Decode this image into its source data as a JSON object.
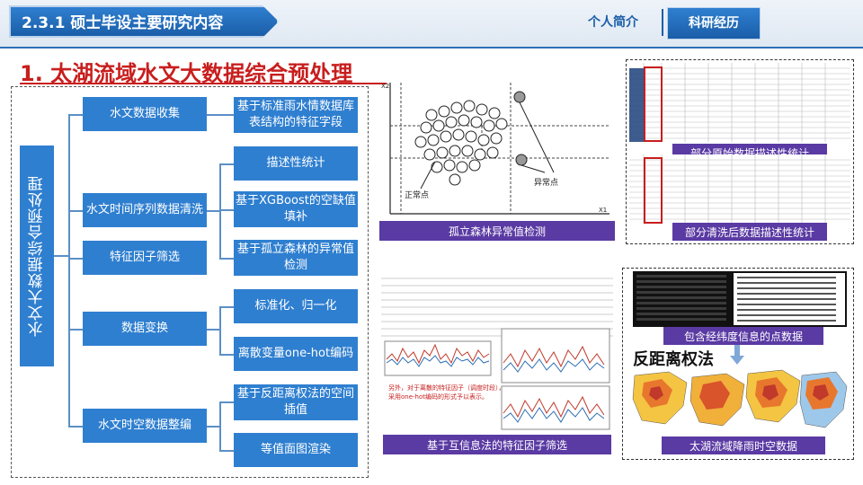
{
  "header": {
    "title": "2.3.1 硕士毕设主要研究内容",
    "nav_profile": "个人简介",
    "nav_research": "科研经历"
  },
  "section_title": "1. 太湖流域水文大数据综合预处理",
  "tree": {
    "root": "水文大数据综合预处理",
    "level1": [
      "水文数据收集",
      "水文时间序列数据清洗",
      "特征因子筛选",
      "数据变换",
      "水文时空数据整编"
    ],
    "level2": [
      "基于标准雨水情数据库表结构的特征字段",
      "描述性统计",
      "基于XGBoost的空缺值填补",
      "基于孤立森林的异常值检测",
      "标准化、归一化",
      "离散变量one-hot编码",
      "基于反距离权法的空间插值",
      "等值面图渲染"
    ]
  },
  "panels": {
    "isolation_forest": {
      "caption": "孤立森林异常值检测",
      "axis_y": "X2",
      "axis_x": "X1",
      "normal_label": "正常点",
      "anomaly_label": "异常点"
    },
    "raw_stats": {
      "caption": "部分原始数据描述性统计"
    },
    "clean_stats": {
      "caption": "部分清洗后数据描述性统计"
    },
    "mutual_info": {
      "caption": "基于互信息法的特征因子筛选",
      "note_line1": "另外，对于离散的特征因子（调度时段），",
      "note_line2": "采用one-hot编码的形式予以表示。"
    },
    "point_data": {
      "caption": "包含经纬度信息的点数据"
    },
    "idw": {
      "label": "反距离权法",
      "caption": "太湖流域降雨时空数据"
    }
  },
  "colors": {
    "accent_blue": "#2f7fd0",
    "caption_purple": "#5a3aa3",
    "title_red": "#c81e1e"
  }
}
